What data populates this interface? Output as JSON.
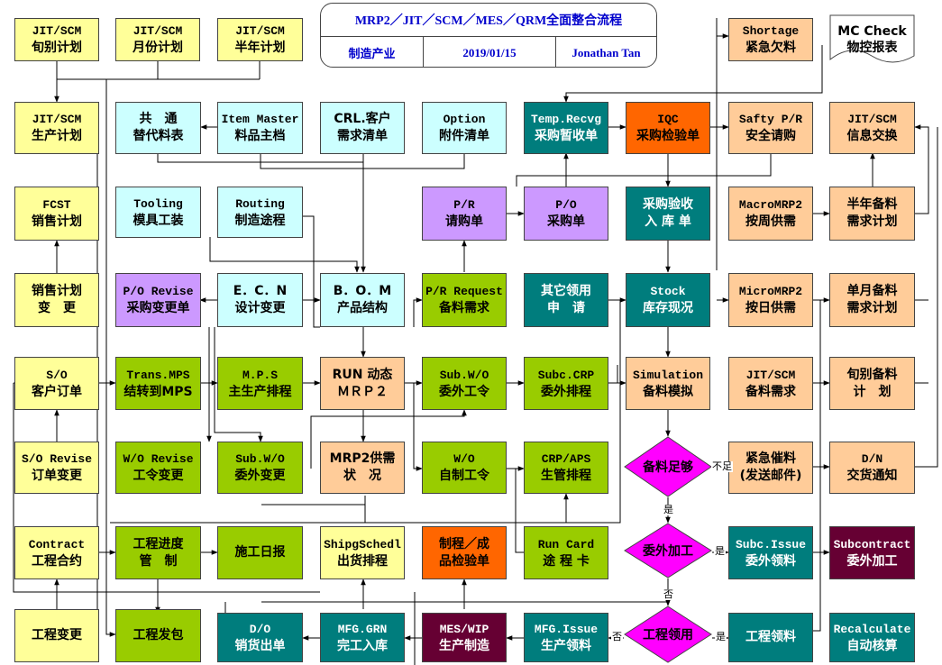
{
  "header": {
    "title": "MRP2／JIT／SCM／MES／QRM全面整合流程",
    "industry": "制造产业",
    "date": "2019/01/15",
    "author": "Jonathan Tan"
  },
  "boxes": {
    "jit_scm_10day": [
      "JIT/SCM",
      "旬别计划"
    ],
    "jit_scm_month": [
      "JIT/SCM",
      "月份计划"
    ],
    "jit_scm_half": [
      "JIT/SCM",
      "半年计划"
    ],
    "jit_scm_prod": [
      "JIT/SCM",
      "生产计划"
    ],
    "fcst": [
      "FCST",
      "销售计划"
    ],
    "sales_change": [
      "销售计划",
      "变　更"
    ],
    "so": [
      "S/O",
      "客户订单"
    ],
    "so_revise": [
      "S/O Revise",
      "订单变更"
    ],
    "contract": [
      "Contract",
      "工程合约"
    ],
    "eng_change": [
      "工程变更"
    ],
    "common_sub": [
      "共　通",
      "替代料表"
    ],
    "item_master": [
      "Item Master",
      "料品主档"
    ],
    "crl": [
      "CRL.客户",
      "需求清单"
    ],
    "option": [
      "Option",
      "附件清单"
    ],
    "tooling": [
      "Tooling",
      "模具工装"
    ],
    "routing": [
      "Routing",
      "制造途程"
    ],
    "po_revise": [
      "P/O Revise",
      "采购变更单"
    ],
    "ecn": [
      "E．C．N",
      "设计变更"
    ],
    "bom": [
      "B．O．M",
      "产品结构"
    ],
    "trans_mps": [
      "Trans.MPS",
      "结转到MPS"
    ],
    "mps": [
      "M.P.S",
      "主生产排程"
    ],
    "run_mrp": [
      "RUN 动态",
      "ＭＲＰ２"
    ],
    "wo_revise": [
      "W/O Revise",
      "工令变更"
    ],
    "sub_wo_change": [
      "Sub.W/O",
      "委外变更"
    ],
    "mrp2_supply": [
      "MRP2供需",
      "状　况"
    ],
    "progress": [
      "工程进度",
      "管　制"
    ],
    "daily_report": [
      "施工日报"
    ],
    "shipsched": [
      "ShipgSchedl",
      "出货排程"
    ],
    "dispatch": [
      "工程发包"
    ],
    "pr": [
      "P/R",
      "请购单"
    ],
    "po": [
      "P/O",
      "采购单"
    ],
    "pr_request": [
      "P/R Request",
      "备料需求"
    ],
    "sub_wo": [
      "Sub.W/O",
      "委外工令"
    ],
    "wo": [
      "W/O",
      "自制工令"
    ],
    "process_qc": [
      "制程／成",
      "品检验单"
    ],
    "temp_recv": [
      "Temp.Recvg",
      "采购暂收单"
    ],
    "iqc": [
      "IQC",
      "采购检验单"
    ],
    "po_receipt": [
      "采购验收",
      "入 库 单"
    ],
    "other_issue": [
      "其它领用",
      "申　请"
    ],
    "stock": [
      "Stock",
      "库存现况"
    ],
    "subc_crp": [
      "Subc.CRP",
      "委外排程"
    ],
    "simulation": [
      "Simulation",
      "备料模拟"
    ],
    "crp_aps": [
      "CRP/APS",
      "生管排程"
    ],
    "run_card": [
      "Run Card",
      "途 程 卡"
    ],
    "shortage": [
      "Shortage",
      "紧急欠料"
    ],
    "safety_pr": [
      "Safty P/R",
      "安全请购"
    ],
    "macro_mrp2": [
      "MacroMRP2",
      "按周供需"
    ],
    "micro_mrp2": [
      "MicroMRP2",
      "按日供需"
    ],
    "jit_scm_req": [
      "JIT/SCM",
      "备料需求"
    ],
    "urgent": [
      "紧急催料",
      "(发送邮件)"
    ],
    "subc_issue": [
      "Subc.Issue",
      "委外领料"
    ],
    "eng_issue": [
      "工程领料"
    ],
    "do": [
      "D/O",
      "销货出单"
    ],
    "mfg_grn": [
      "MFG.GRN",
      "完工入库"
    ],
    "mes_wip": [
      "MES/WIP",
      "生产制造"
    ],
    "mfg_issue": [
      "MFG.Issue",
      "生产领料"
    ],
    "mc_check": [
      "MC Check",
      "物控报表"
    ],
    "jit_scm_info": [
      "JIT/SCM",
      "信息交换"
    ],
    "half_year": [
      "半年备料",
      "需求计划"
    ],
    "month_plan": [
      "单月备料",
      "需求计划"
    ],
    "ten_day": [
      "旬别备料",
      "计　划"
    ],
    "dn": [
      "D/N",
      "交货通知"
    ],
    "subcontract": [
      "Subcontract",
      "委外加工"
    ],
    "recalculate": [
      "Recalculate",
      "自动核算"
    ]
  },
  "decisions": {
    "enough": "备料足够",
    "outsource": "委外加工",
    "eng_use": "工程领用"
  },
  "labels": {
    "not_enough": "不足",
    "yes1": "是",
    "yes2": "是",
    "no1": "否",
    "yes3": "是",
    "no2": "否"
  }
}
